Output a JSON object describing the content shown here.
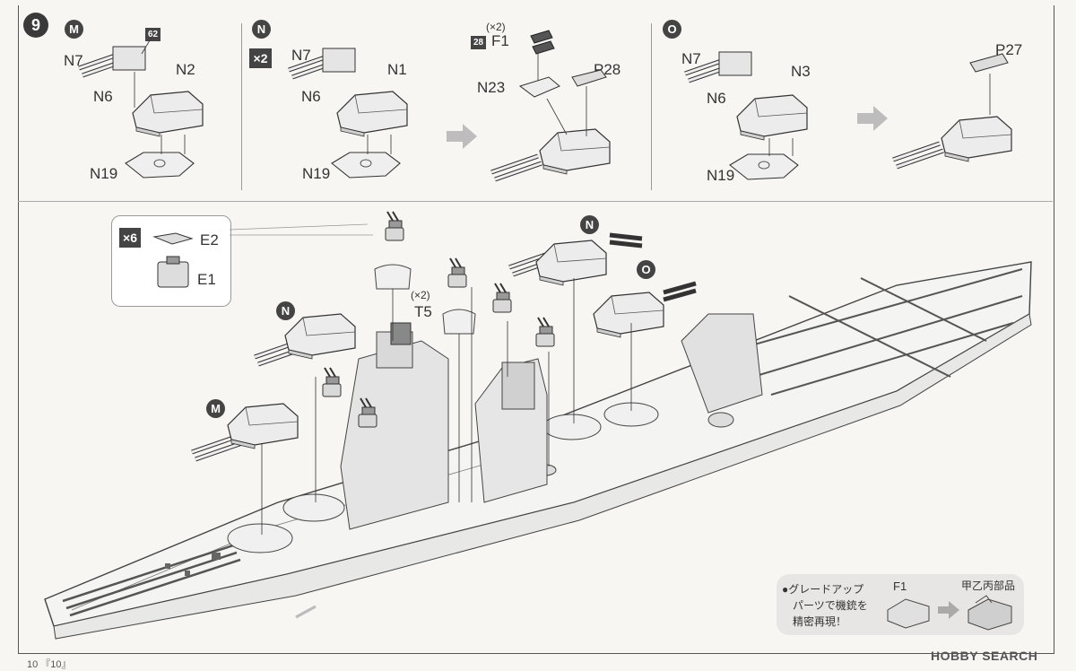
{
  "step_number": "9",
  "panels": [
    {
      "tag": "M",
      "badge": "62",
      "labels": {
        "a": "N7",
        "b": "N6",
        "c": "N2",
        "d": "N19"
      }
    },
    {
      "tag": "N",
      "multiplier": "×2",
      "labels": {
        "a": "N7",
        "b": "N6",
        "c": "N1",
        "d": "N19"
      },
      "result": {
        "qty": "(×2)",
        "badge": "28",
        "f": "F1",
        "n": "N23",
        "p": "P28"
      }
    },
    {
      "tag": "O",
      "labels": {
        "a": "N7",
        "b": "N6",
        "c": "N3",
        "d": "N19"
      },
      "result": {
        "p": "P27"
      }
    }
  ],
  "main": {
    "callout": {
      "multiplier": "×6",
      "top_part": "E2",
      "bottom_part": "E1"
    },
    "t5_qty": "(×2)",
    "t5": "T5",
    "turret_tags": [
      "N",
      "O",
      "N",
      "M"
    ]
  },
  "note": {
    "line1": "●グレードアップ",
    "line2": "パーツで機銃を",
    "line3": "精密再現！",
    "f_label": "F1",
    "kit_label": "甲乙丙部品"
  },
  "watermark": "HOBBY SEARCH",
  "next_step": "10 『10』"
}
